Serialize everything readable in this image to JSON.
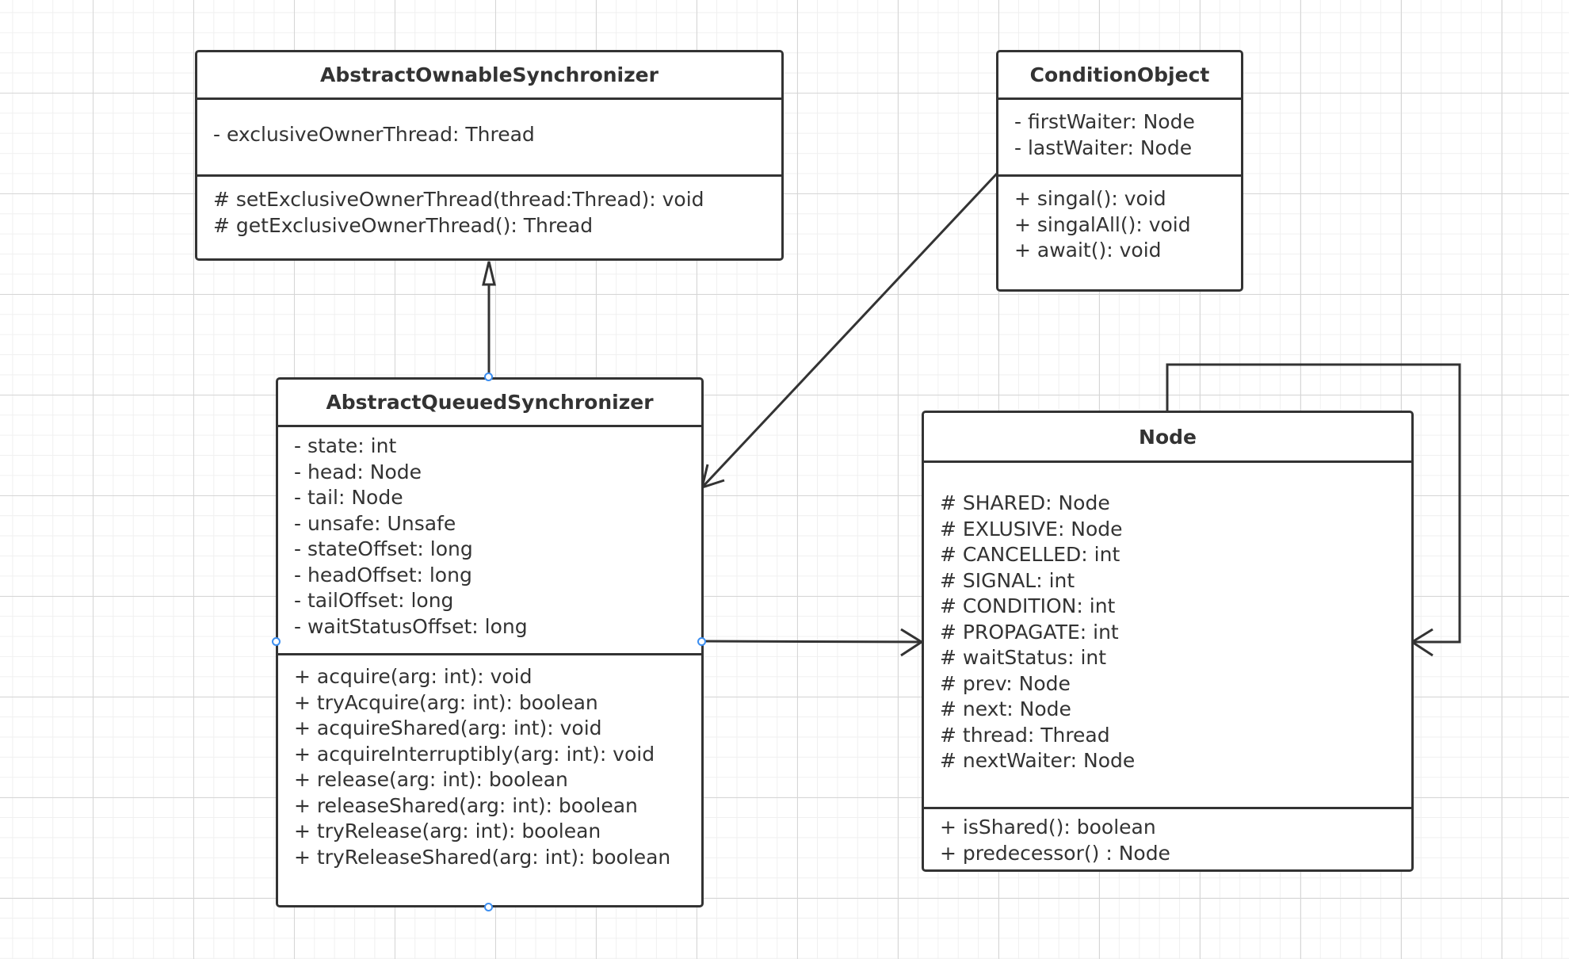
{
  "classes": {
    "aos": {
      "name": "AbstractOwnableSynchronizer",
      "attributes": [
        "- exclusiveOwnerThread: Thread"
      ],
      "methods": [
        "# setExclusiveOwnerThread(thread:Thread): void",
        "# getExclusiveOwnerThread(): Thread"
      ]
    },
    "condition": {
      "name": "ConditionObject",
      "attributes": [
        "- firstWaiter: Node",
        "- lastWaiter: Node"
      ],
      "methods": [
        "+ singal(): void",
        "+ singalAll(): void",
        "+ await(): void"
      ]
    },
    "aqs": {
      "name": "AbstractQueuedSynchronizer",
      "attributes": [
        "- state: int",
        "- head: Node",
        "- tail: Node",
        "- unsafe: Unsafe",
        "- stateOffset: long",
        "- headOffset: long",
        "- tailOffset: long",
        "- waitStatusOffset: long"
      ],
      "methods": [
        "+ acquire(arg: int): void",
        "+ tryAcquire(arg: int): boolean",
        "+ acquireShared(arg: int): void",
        "+ acquireInterruptibly(arg: int): void",
        "+ release(arg: int): boolean",
        "+ releaseShared(arg: int): boolean",
        "+ tryRelease(arg: int): boolean",
        "+ tryReleaseShared(arg: int): boolean"
      ]
    },
    "node": {
      "name": "Node",
      "attributes": [
        "# SHARED: Node",
        "# EXLUSIVE: Node",
        "# CANCELLED: int",
        "# SIGNAL: int",
        "# CONDITION: int",
        "# PROPAGATE: int",
        "# waitStatus: int",
        "# prev: Node",
        "# next: Node",
        "# thread: Thread",
        "# nextWaiter: Node"
      ],
      "methods": [
        "+ isShared(): boolean",
        "+ predecessor() : Node"
      ]
    }
  },
  "colors": {
    "line": "#333333",
    "selection_handle": "#3c8ef0",
    "grid_major": "#d6d6d6",
    "grid_minor": "#f0f0f0"
  }
}
